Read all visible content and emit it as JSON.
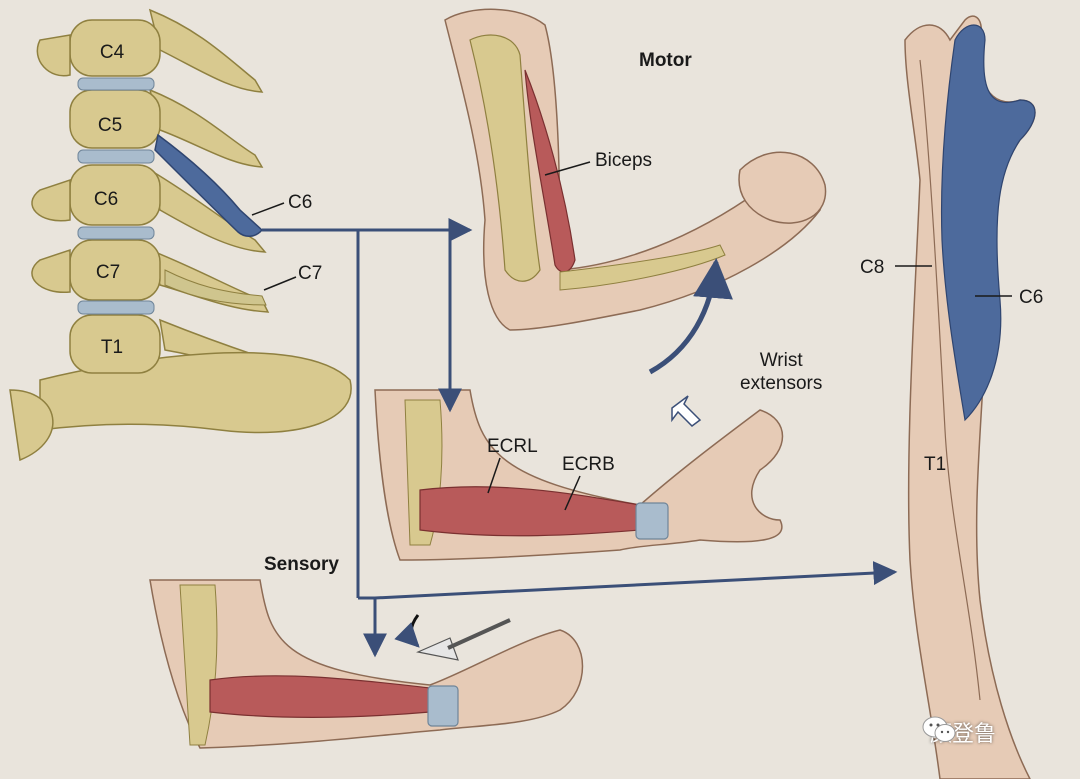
{
  "colors": {
    "paper": "#e9e4dc",
    "bone": "#d8c98f",
    "bone_dark": "#b9a863",
    "disc": "#a9bccd",
    "nerve": "#4d6a9c",
    "muscle": "#b85a5a",
    "skin": "#e6cbb6",
    "arrow": "#3b4f78"
  },
  "diagram": {
    "sections": {
      "motor": "Motor",
      "sensory": "Sensory"
    },
    "vertebrae": [
      "C4",
      "C5",
      "C6",
      "C7",
      "T1"
    ],
    "nerve_roots": {
      "c6": "C6",
      "c7": "C7"
    },
    "muscles": {
      "biceps": "Biceps",
      "wrist_extensors": "Wrist\nextensors",
      "ecrl": "ECRL",
      "ecrb": "ECRB"
    },
    "dermatomes": {
      "c8": "C8",
      "c6": "C6",
      "t1": "T1"
    }
  },
  "watermark": {
    "icon": "wechat-icon",
    "text": "颜登鲁"
  }
}
